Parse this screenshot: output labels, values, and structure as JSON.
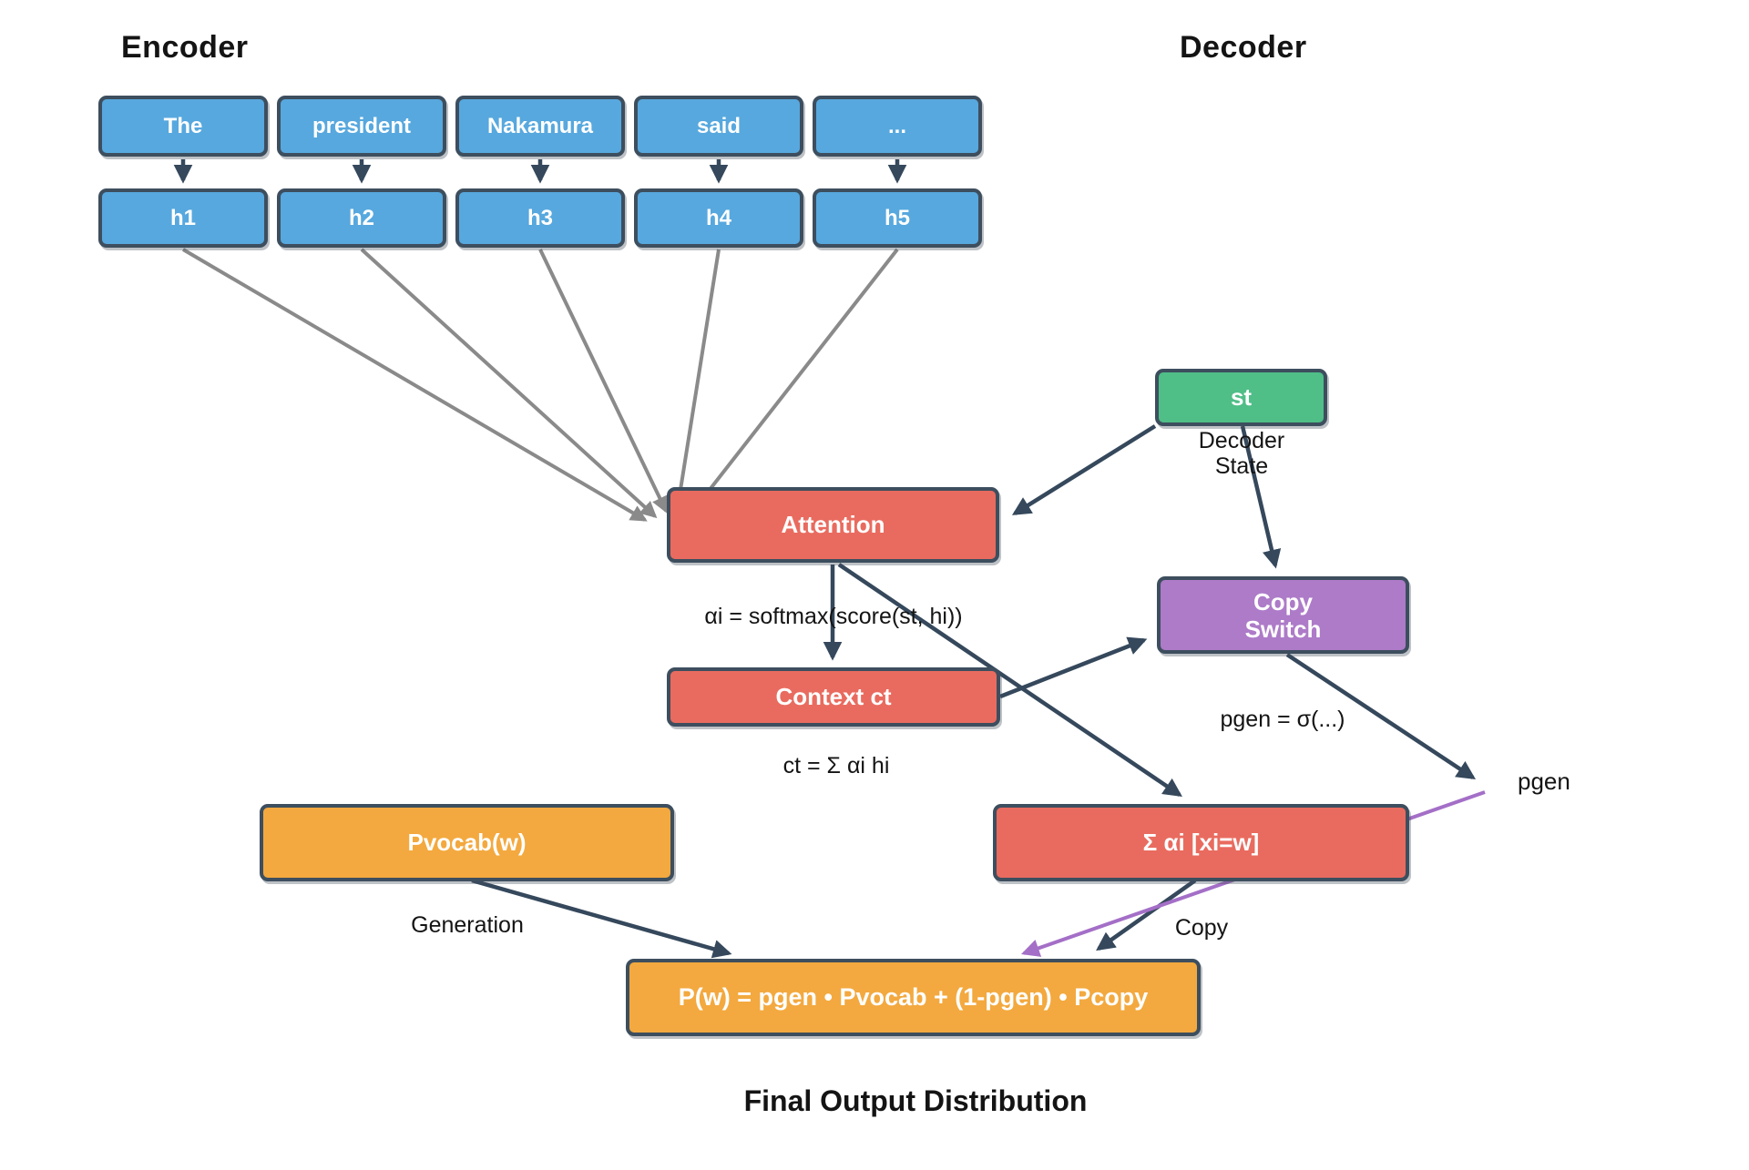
{
  "titles": {
    "encoder": "Encoder",
    "decoder": "Decoder"
  },
  "encoder": {
    "tokens": [
      "The",
      "president",
      "Nakamura",
      "said",
      "..."
    ],
    "hidden_states": [
      "h1",
      "h2",
      "h3",
      "h4",
      "h5"
    ]
  },
  "decoder": {
    "state_box": "st",
    "state_caption_lines": [
      "Decoder",
      "State"
    ]
  },
  "nodes": {
    "attention": "Attention",
    "context": "Context ct",
    "copy_switch_lines": [
      "Copy",
      "Switch"
    ],
    "pvocab": "Pvocab(w)",
    "copy_dist": "Σ αi [xi=w]",
    "final": "P(w) = pgen • Pvocab + (1-pgen) • Pcopy"
  },
  "formulas": {
    "attention": "αi = softmax(score(st, hi))",
    "context": "ct = Σ αi hi",
    "pgen": "pgen = σ(...)"
  },
  "edge_labels": {
    "generation": "Generation",
    "copy": "Copy",
    "pgen": "pgen"
  },
  "caption": "Final Output Distribution",
  "colors": {
    "token_box": "#57a8de",
    "state_box": "#4fbe87",
    "attention_box": "#e96b5f",
    "copy_switch_box": "#ad7bc8",
    "output_box": "#f3a93f",
    "box_border": "#3d4e5e",
    "dark_arrow": "#35485c",
    "gray_arrow": "#8a8a8a",
    "pgen_arrow": "#a46fc7",
    "text": "#141414",
    "box_text": "#ffffff"
  }
}
